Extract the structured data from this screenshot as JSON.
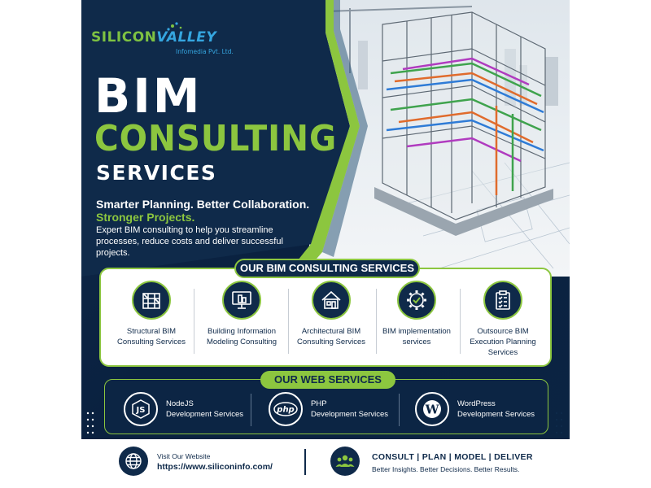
{
  "brand": {
    "name_part1": "SILICON",
    "name_part2": "VALLEY",
    "subtitle": "Infomedia Pvt. Ltd."
  },
  "hero": {
    "title_line1": "BIM",
    "title_line2": "CONSULTING",
    "title_line3": "SERVICES",
    "tagline_white": "Smarter Planning. Better Collaboration.",
    "tagline_green": "Stronger Projects.",
    "description": "Expert BIM consulting to help you streamline processes, reduce costs and deliver successful projects."
  },
  "bim_services": {
    "heading": "OUR BIM CONSULTING SERVICES",
    "items": [
      {
        "label": "Structural BIM Consulting Services",
        "icon": "structure-icon"
      },
      {
        "label": "Building Information Modeling Consulting",
        "icon": "monitor-building-icon"
      },
      {
        "label": "Architectural BIM Consulting Services",
        "icon": "house-icon"
      },
      {
        "label": "BIM implementation services",
        "icon": "gear-check-icon"
      },
      {
        "label": "Outsource BIM Execution Planning Services",
        "icon": "clipboard-checklist-icon"
      }
    ]
  },
  "web_services": {
    "heading": "OUR WEB SERVICES",
    "items": [
      {
        "label_line1": "NodeJS",
        "label_line2": "Development Services",
        "icon": "nodejs-icon"
      },
      {
        "label_line1": "PHP",
        "label_line2": "Development Services",
        "icon": "php-icon"
      },
      {
        "label_line1": "WordPress",
        "label_line2": "Development Services",
        "icon": "wordpress-icon"
      }
    ]
  },
  "footer": {
    "visit_label": "Visit Our Website",
    "url": "https://www.siliconinfo.com/",
    "motto": "CONSULT | PLAN | MODEL | DELIVER",
    "motto_sub": "Better Insights. Better Decisions. Better Results."
  },
  "colors": {
    "navy": "#0f2a4a",
    "green": "#8cc63f",
    "blue": "#35a6e0"
  }
}
